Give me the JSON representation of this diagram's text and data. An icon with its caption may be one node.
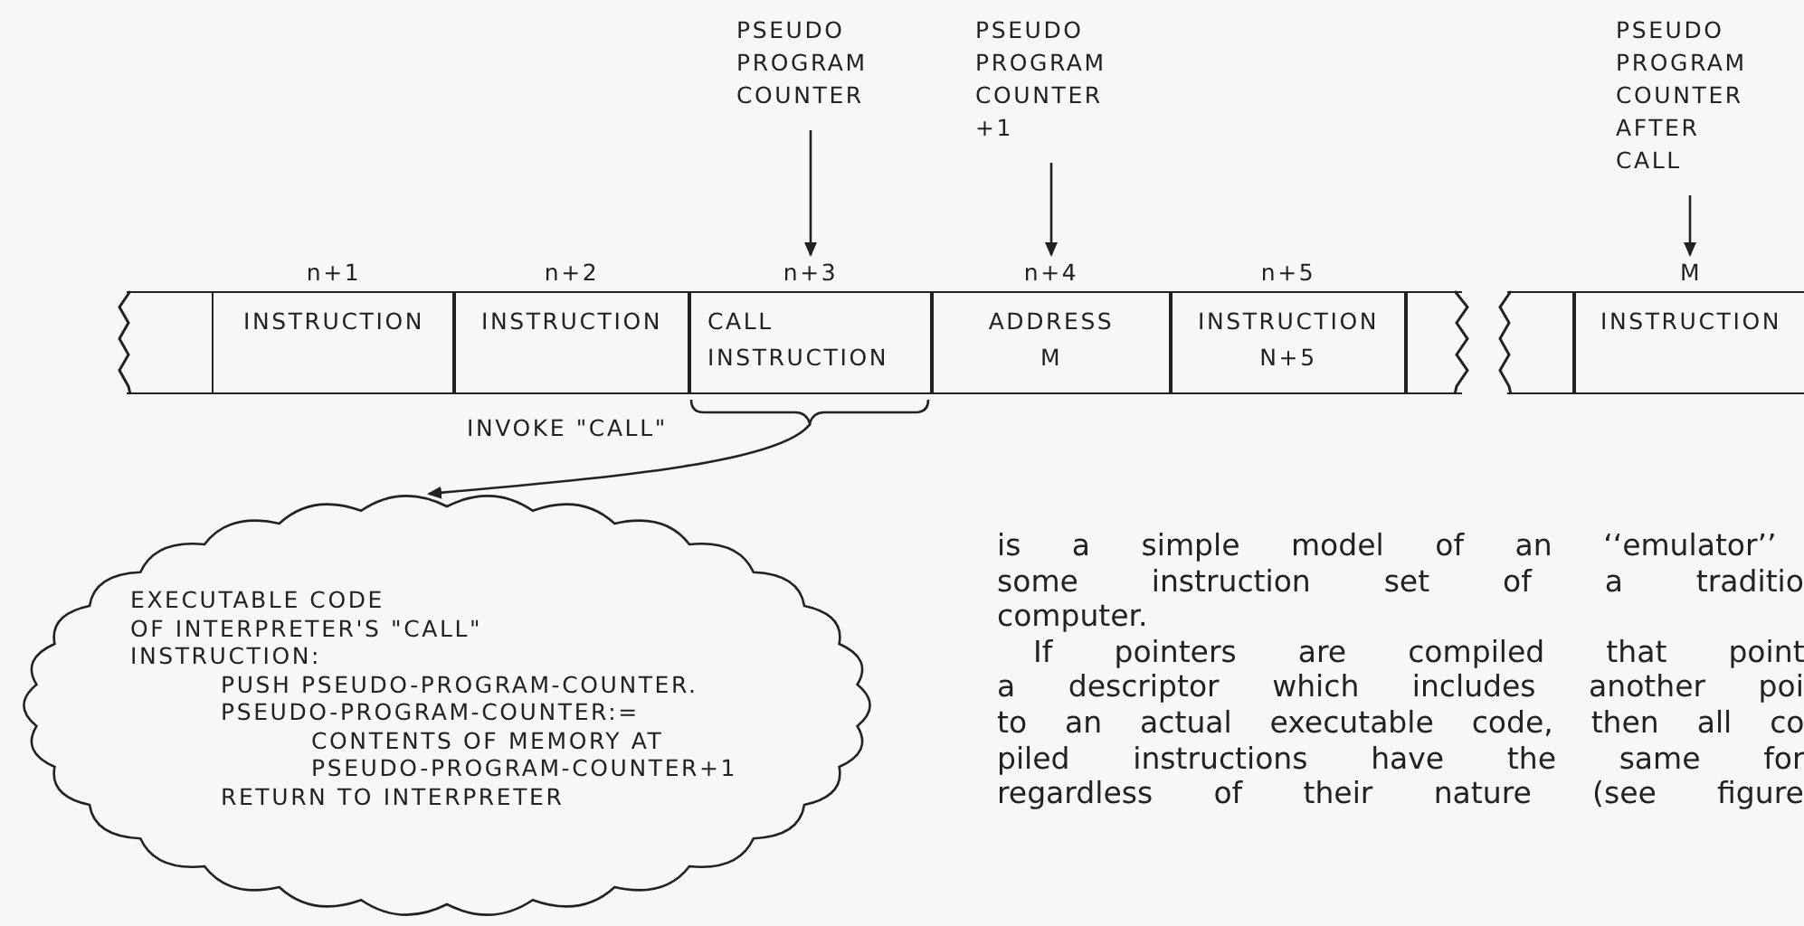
{
  "diagram": {
    "nodes": [
      {
        "text": [
          "PSEUDO PROGRAM COUNTER"
        ]
      },
      {
        "text": [
          "PSEUDO PROGRAM COUNTER +1"
        ]
      },
      {
        "text": [
          "PSEUDO PROGRAM COUNTER AFTER CALL"
        ]
      },
      {
        "text": [],
        "shape": "box"
      },
      {
        "text": [
          "INSTRUCTION"
        ],
        "beside": [
          "n+1"
        ]
      },
      {
        "text": [
          "INSTRUCTION"
        ],
        "beside": [
          "n+2"
        ]
      },
      {
        "text": [
          "CALL INSTRUCTION"
        ],
        "beside": [
          "n+3"
        ]
      },
      {
        "text": [
          "ADDRESS M"
        ],
        "beside": [
          "n+4"
        ]
      },
      {
        "text": [
          "INSTRUCTION N+5"
        ],
        "beside": [
          "n+5"
        ]
      },
      {
        "text": [],
        "shape": "box"
      },
      {
        "text": [],
        "shape": "box"
      },
      {
        "text": [
          "INSTRUCTION"
        ],
        "beside": [
          "M"
        ]
      },
      {
        "text": [
          "EXECUTABLE CODE",
          "OF INTERPRETER'S \"CALL\"",
          "INSTRUCTION:",
          "PUSH PSEUDO-PROGRAM-COUNTER.",
          "PSEUDO-PROGRAM-COUNTER:=",
          "CONTENTS OF MEMORY AT",
          "PSEUDO-PROGRAM-COUNTER+1",
          "RETURN TO INTERPRETER"
        ]
      }
    ],
    "edges": [
      {
        "from": 0,
        "to": 6,
        "arrow": "to"
      },
      {
        "from": 1,
        "to": 7,
        "arrow": "to"
      },
      {
        "from": 2,
        "to": 11,
        "arrow": "to"
      },
      {
        "from": 6,
        "to": 12,
        "arrow": "to",
        "label": "INVOKE \"CALL\""
      }
    ],
    "labels": [
      "is a simple model of an ‘‘emulator’’",
      "some instruction set of a traditio",
      "computer.",
      "If pointers are compiled that point",
      "a descriptor which includes another poi",
      "to an actual executable code, then all co",
      "piled instructions have the same for",
      "regardless of their nature (see figure"
    ]
  }
}
